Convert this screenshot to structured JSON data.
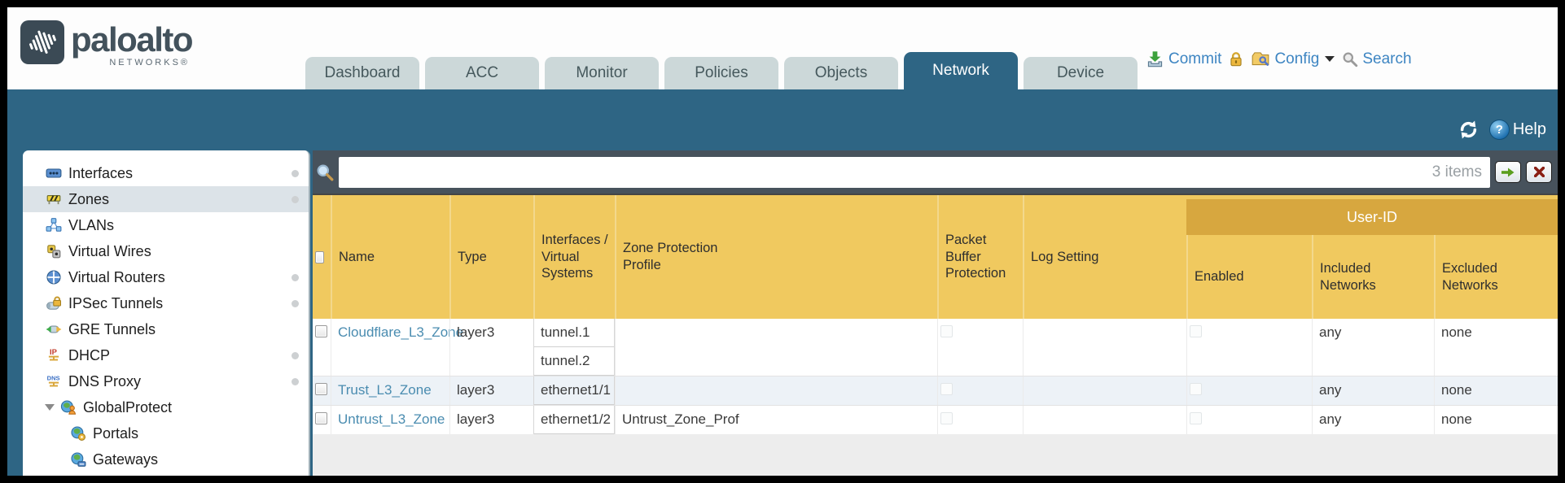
{
  "brand": {
    "wordmark": "paloalto",
    "sub_text": "NETWORKS®"
  },
  "nav": {
    "tabs": [
      {
        "label": "Dashboard",
        "active": false
      },
      {
        "label": "ACC",
        "active": false
      },
      {
        "label": "Monitor",
        "active": false
      },
      {
        "label": "Policies",
        "active": false
      },
      {
        "label": "Objects",
        "active": false
      },
      {
        "label": "Network",
        "active": true
      },
      {
        "label": "Device",
        "active": false
      }
    ]
  },
  "top_actions": {
    "commit": "Commit",
    "config": "Config",
    "search": "Search"
  },
  "band": {
    "help": "Help"
  },
  "sidebar": {
    "items": [
      {
        "label": "Interfaces",
        "icon": "interfaces-icon",
        "dot": true,
        "selected": false,
        "child": false,
        "expanded": false
      },
      {
        "label": "Zones",
        "icon": "zones-icon",
        "dot": true,
        "selected": true,
        "child": false,
        "expanded": false
      },
      {
        "label": "VLANs",
        "icon": "vlans-icon",
        "dot": false,
        "selected": false,
        "child": false,
        "expanded": false
      },
      {
        "label": "Virtual Wires",
        "icon": "virtual-wires-icon",
        "dot": false,
        "selected": false,
        "child": false,
        "expanded": false
      },
      {
        "label": "Virtual Routers",
        "icon": "virtual-routers-icon",
        "dot": true,
        "selected": false,
        "child": false,
        "expanded": false
      },
      {
        "label": "IPSec Tunnels",
        "icon": "ipsec-tunnels-icon",
        "dot": true,
        "selected": false,
        "child": false,
        "expanded": false
      },
      {
        "label": "GRE Tunnels",
        "icon": "gre-tunnels-icon",
        "dot": false,
        "selected": false,
        "child": false,
        "expanded": false
      },
      {
        "label": "DHCP",
        "icon": "dhcp-icon",
        "dot": true,
        "selected": false,
        "child": false,
        "expanded": false
      },
      {
        "label": "DNS Proxy",
        "icon": "dns-proxy-icon",
        "dot": true,
        "selected": false,
        "child": false,
        "expanded": false
      },
      {
        "label": "GlobalProtect",
        "icon": "globalprotect-icon",
        "dot": false,
        "selected": false,
        "child": false,
        "expanded": true
      },
      {
        "label": "Portals",
        "icon": "portals-icon",
        "dot": false,
        "selected": false,
        "child": true,
        "expanded": false
      },
      {
        "label": "Gateways",
        "icon": "gateways-icon",
        "dot": false,
        "selected": false,
        "child": true,
        "expanded": false
      }
    ]
  },
  "filter": {
    "value": "",
    "count": "3 items"
  },
  "table": {
    "group_header": "User-ID",
    "headers": {
      "name": "Name",
      "type": "Type",
      "interfaces": "Interfaces / Virtual Systems",
      "zone_protection": "Zone Protection Profile",
      "packet_buffer": "Packet Buffer Protection",
      "log_setting": "Log Setting",
      "enabled": "Enabled",
      "included": "Included Networks",
      "excluded": "Excluded Networks"
    },
    "rows": [
      {
        "name": "Cloudflare_L3_Zone",
        "type": "layer3",
        "interfaces": [
          "tunnel.1",
          "tunnel.2"
        ],
        "zone_protection": "",
        "log_setting": "",
        "included_networks": "any",
        "excluded_networks": "none"
      },
      {
        "name": "Trust_L3_Zone",
        "type": "layer3",
        "interfaces": [
          "ethernet1/1"
        ],
        "zone_protection": "",
        "log_setting": "",
        "included_networks": "any",
        "excluded_networks": "none"
      },
      {
        "name": "Untrust_L3_Zone",
        "type": "layer3",
        "interfaces": [
          "ethernet1/2"
        ],
        "zone_protection": "Untrust_Zone_Prof",
        "log_setting": "",
        "included_networks": "any",
        "excluded_networks": "none"
      }
    ]
  },
  "colors": {
    "teal": "#2e6584",
    "header_gold": "#f0c95f",
    "group_gold": "#d7a73f",
    "link_blue": "#4a8cb0",
    "action_blue": "#3d85c2",
    "filter_bar": "#47525c",
    "selected_item_bg": "#dce3e8",
    "alt_row_bg": "#edf2f7"
  }
}
